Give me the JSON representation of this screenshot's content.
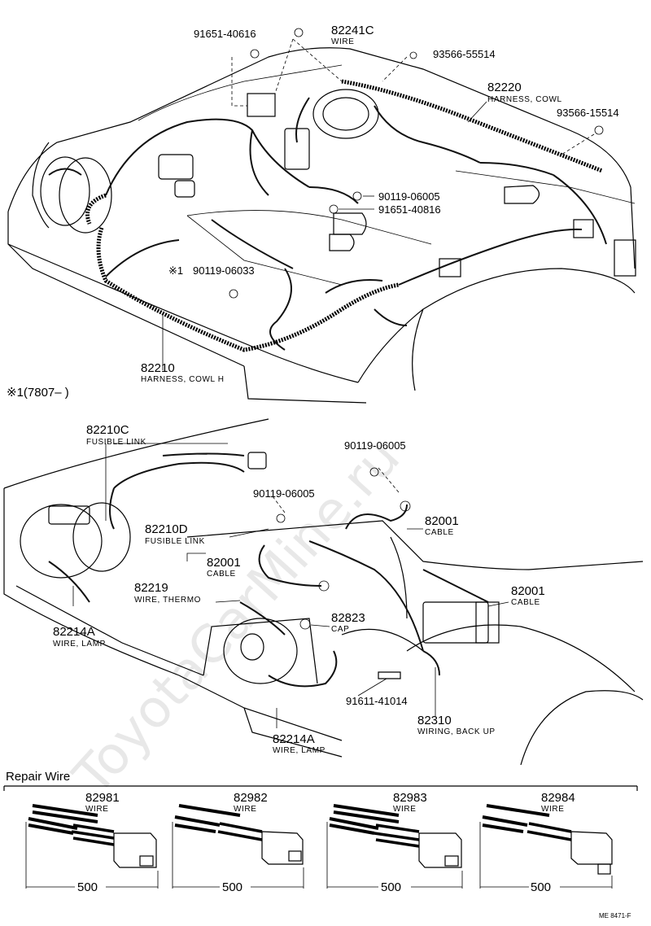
{
  "watermark": "ToyotaCarMine.ru",
  "top_callouts": {
    "p91651_40616": "91651-40616",
    "p82241C": "82241C",
    "p82241C_desc": "WIRE",
    "p93566_55514": "93566-55514",
    "p82220": "82220",
    "p82220_desc": "HARNESS, COWL",
    "p93566_15514": "93566-15514",
    "p90119_06005a": "90119-06005",
    "p91651_40816": "91651-40816",
    "note_marker": "※1",
    "p90119_06033": "90119-06033",
    "p82210": "82210",
    "p82210_desc": "HARNESS, COWL H",
    "footnote": "※1(7807–        )"
  },
  "bottom_callouts": {
    "p82210C": "82210C",
    "p82210C_desc": "FUSIBLE LINK",
    "p90119_06005b": "90119-06005",
    "p90119_06005c": "90119-06005",
    "p82210D": "82210D",
    "p82210D_desc": "FUSIBLE LINK",
    "p82001a": "82001",
    "p82001a_desc": "CABLE",
    "p82001b": "82001",
    "p82001b_desc": "CABLE",
    "p82001c": "82001",
    "p82001c_desc": "CABLE",
    "p82219": "82219",
    "p82219_desc": "WIRE, THERMO",
    "p82823": "82823",
    "p82823_desc": "CAP",
    "p82214A_a": "82214A",
    "p82214A_a_desc": "WIRE, LAMP",
    "p91611_41014": "91611-41014",
    "p82310": "82310",
    "p82310_desc": "WIRING, BACK UP",
    "p82214A_b": "82214A",
    "p82214A_b_desc": "WIRE, LAMP"
  },
  "repair": {
    "title": "Repair Wire",
    "items": [
      {
        "part": "82981",
        "desc": "WIRE",
        "dim": "500"
      },
      {
        "part": "82982",
        "desc": "WIRE",
        "dim": "500"
      },
      {
        "part": "82983",
        "desc": "WIRE",
        "dim": "500"
      },
      {
        "part": "82984",
        "desc": "WIRE",
        "dim": "500"
      }
    ]
  },
  "code": "ME  8471-F"
}
